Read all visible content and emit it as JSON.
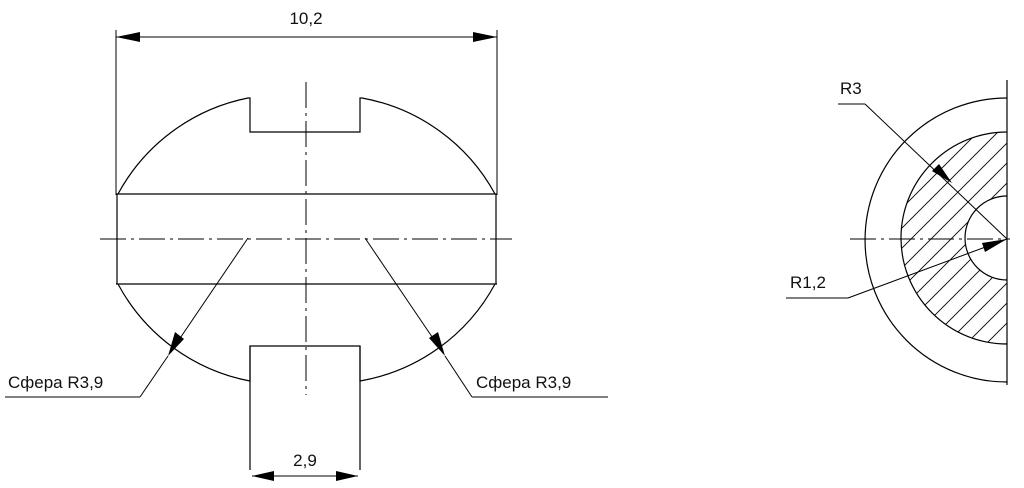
{
  "annotations": {
    "overall_width": "10,2",
    "slot_width": "2,9",
    "sphere_left": "Сфера R3,9",
    "sphere_right": "Сфера R3,9",
    "outer_radius": "R3",
    "inner_radius": "R1,2"
  },
  "colors": {
    "line": "#000000",
    "background": "#ffffff"
  }
}
